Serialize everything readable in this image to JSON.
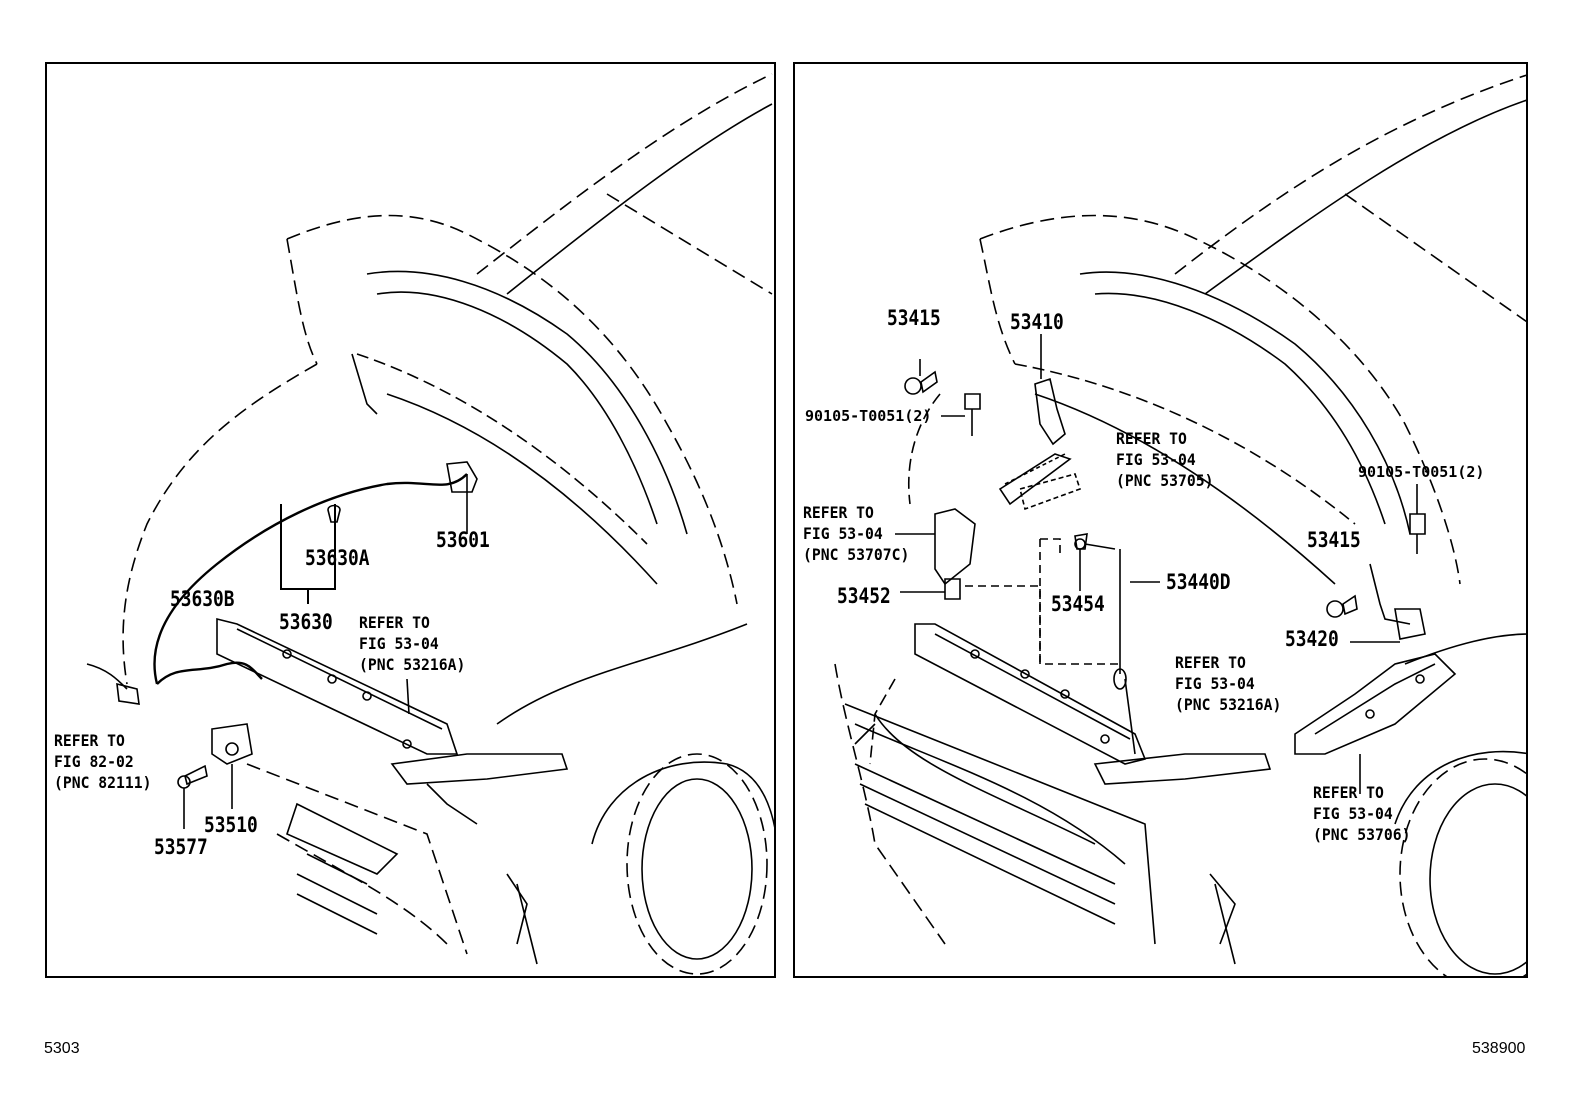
{
  "left_panel": {
    "part_numbers": {
      "p53601": "53601",
      "p53630A": "53630A",
      "p53630": "53630",
      "p53630B": "53630B",
      "p53510": "53510",
      "p53577": "53577"
    },
    "refs": {
      "r1": "REFER TO\nFIG 53-04\n(PNC 53216A)",
      "r2": "REFER TO\nFIG 82-02\n(PNC 82111)"
    }
  },
  "right_panel": {
    "part_numbers": {
      "p53415a": "53415",
      "p53410": "53410",
      "p90105a": "90105-T0051(2)",
      "p90105b": "90105-T0051(2)",
      "p53415b": "53415",
      "p53452": "53452",
      "p53454": "53454",
      "p53440D": "53440D",
      "p53420": "53420"
    },
    "refs": {
      "r1": "REFER TO\nFIG 53-04\n(PNC 53705)",
      "r2": "REFER TO\nFIG 53-04\n(PNC 53707C)",
      "r3": "REFER TO\nFIG 53-04\n(PNC 53216A)",
      "r4": "REFER TO\nFIG 53-04\n(PNC 53706)"
    }
  },
  "footer": {
    "left_code": "5303",
    "right_code": "538900"
  }
}
